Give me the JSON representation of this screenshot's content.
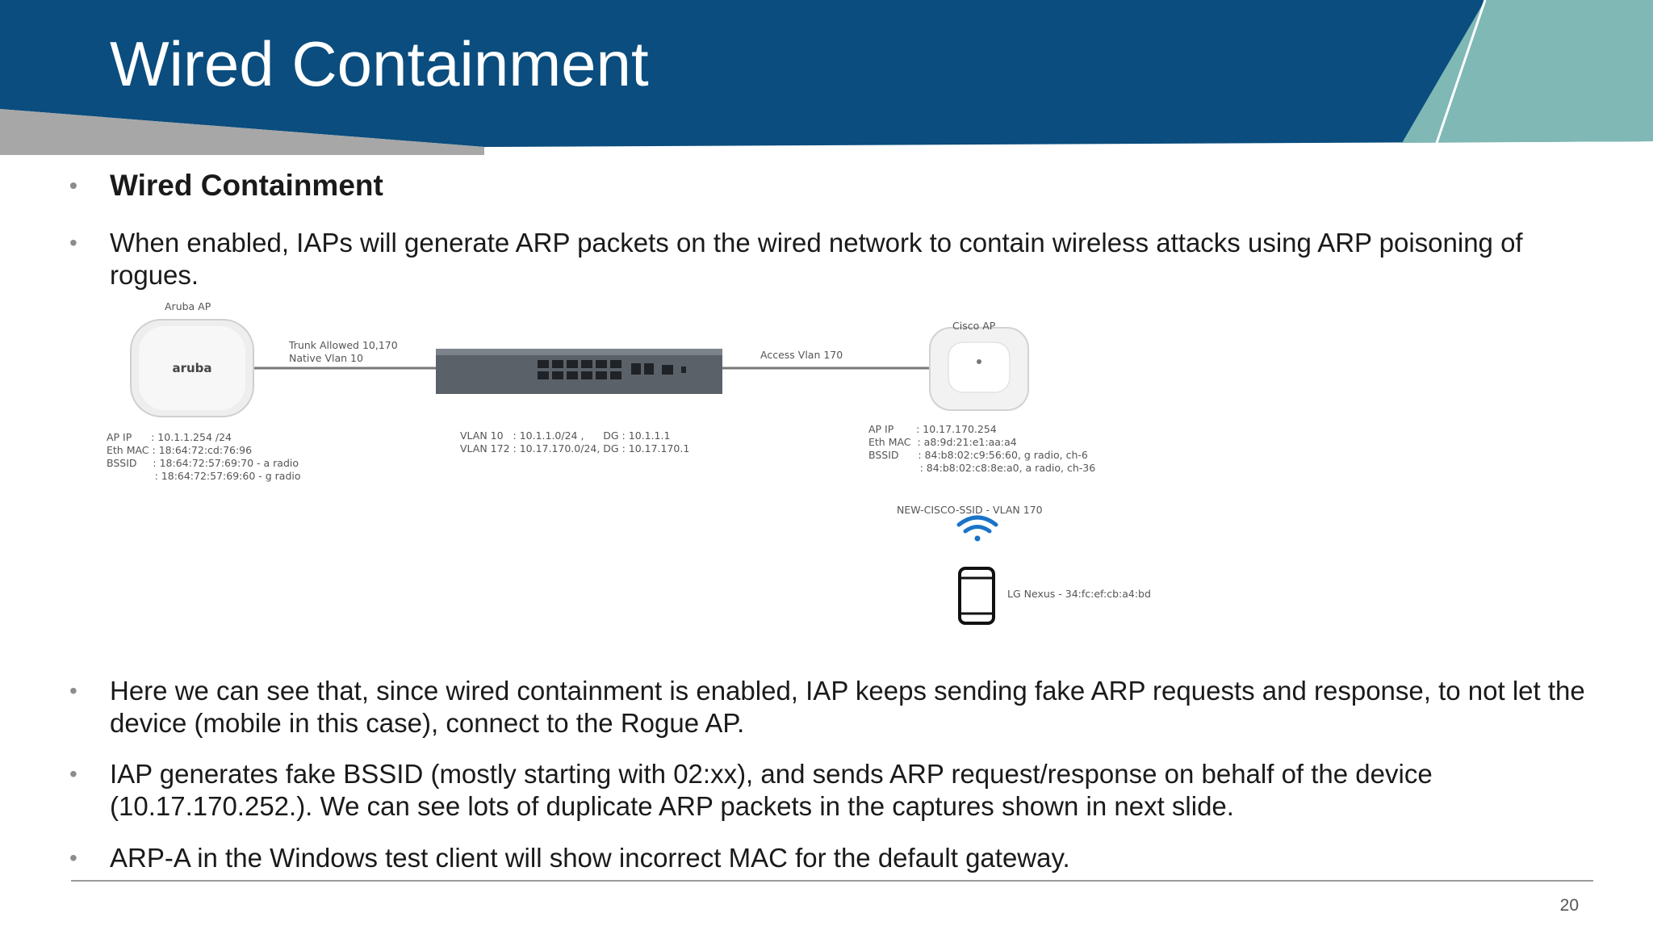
{
  "slide": {
    "title": "Wired Containment",
    "page_number": "20"
  },
  "bullets": [
    {
      "text": "Wired Containment",
      "bold": true
    },
    {
      "text": "When enabled, IAPs will generate ARP packets on the wired network to contain wireless attacks using ARP poisoning of rogues."
    },
    {
      "text": "Here we can see that, since wired containment is enabled, IAP keeps sending fake ARP requests and response, to not let the device (mobile in this case), connect to the Rogue AP."
    },
    {
      "text": "IAP generates fake BSSID (mostly starting with 02:xx), and sends ARP request/response on behalf of the device (10.17.170.252.). We can see lots of duplicate ARP packets in the captures shown in next slide."
    },
    {
      "text": "ARP-A in the Windows test client will show incorrect MAC for the default gateway."
    }
  ],
  "diagram": {
    "aruba_ap": {
      "title": "Aruba AP",
      "brand": "aruba",
      "details": "AP IP      : 10.1.1.254 /24\nEth MAC : 18:64:72:cd:76:96\nBSSID     : 18:64:72:57:69:70 - a radio\n               : 18:64:72:57:69:60 - g radio"
    },
    "trunk_label": "Trunk Allowed 10,170\nNative Vlan 10",
    "switch_details": "VLAN 10   : 10.1.1.0/24 ,      DG : 10.1.1.1\nVLAN 172 : 10.17.170.0/24, DG : 10.17.170.1",
    "access_label": "Access Vlan 170",
    "cisco_ap": {
      "title": "Cisco AP",
      "details": "AP IP       : 10.17.170.254\nEth MAC  : a8:9d:21:e1:aa:a4\nBSSID      : 84:b8:02:c9:56:60, g radio, ch-6\n                : 84:b8:02:c8:8e:a0, a radio, ch-36"
    },
    "ssid_label": "NEW-CISCO-SSID - VLAN 170",
    "client_label": "LG Nexus - 34:fc:ef:cb:a4:bd"
  },
  "colors": {
    "banner_blue": "#0a4d7e",
    "banner_gray": "#a7a7a7",
    "banner_teal": "#7fb8b5",
    "wifi_blue": "#1a73c8"
  }
}
